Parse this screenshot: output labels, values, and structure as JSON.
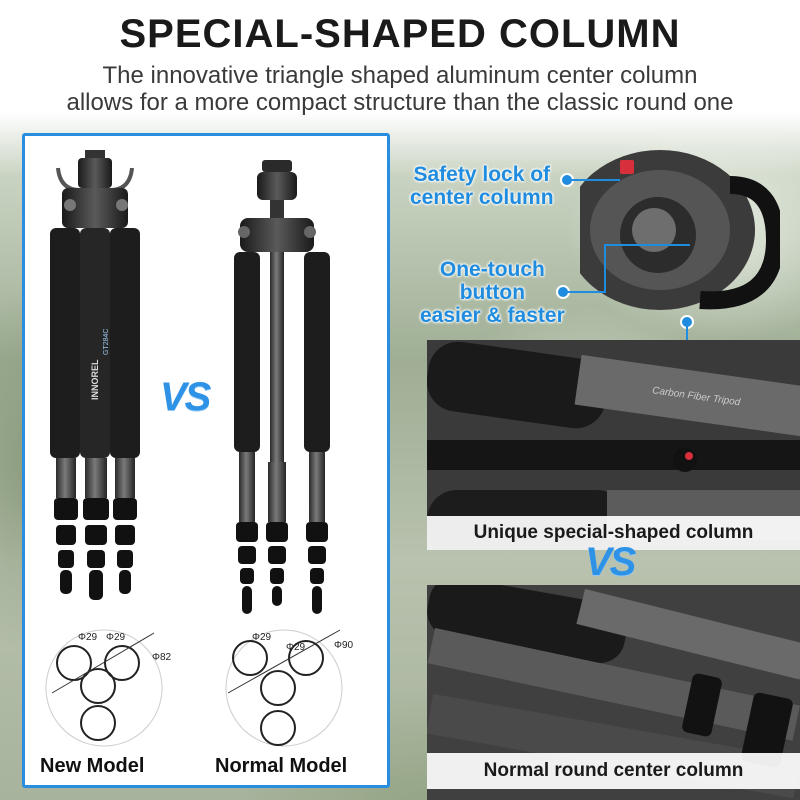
{
  "header": {
    "title": "SPECIAL-SHAPED  COLUMN",
    "subtitle_line1": "The innovative triangle shaped aluminum center column",
    "subtitle_line2": "allows for a more compact structure than the classic round one"
  },
  "comparison": {
    "vs_label": "VS",
    "brand_text": "INNOREL",
    "model_code": "GT284C",
    "left_label": "New Model",
    "right_label": "Normal Model",
    "left_diagram": {
      "leg_diameter": "Φ29",
      "leg_diameter2": "Φ29",
      "total_diameter": "Φ82"
    },
    "right_diagram": {
      "leg_diameter": "Φ29",
      "leg_diameter2": "Φ29",
      "total_diameter": "Φ90"
    }
  },
  "features": {
    "callout_1_line1": "Safety lock of",
    "callout_1_line2": "center column",
    "callout_2_line1": "One-touch",
    "callout_2_line2": "button",
    "callout_2_line3": "easier & faster",
    "leg_print": "Carbon Fiber Tripod",
    "panel_top_caption": "Unique special-shaped column",
    "vs_label": "VS",
    "panel_bottom_caption": "Normal round center column"
  },
  "colors": {
    "accent_blue": "#1f8ce0",
    "card_border": "#2a8ee0",
    "lock_red": "#d8303a"
  }
}
